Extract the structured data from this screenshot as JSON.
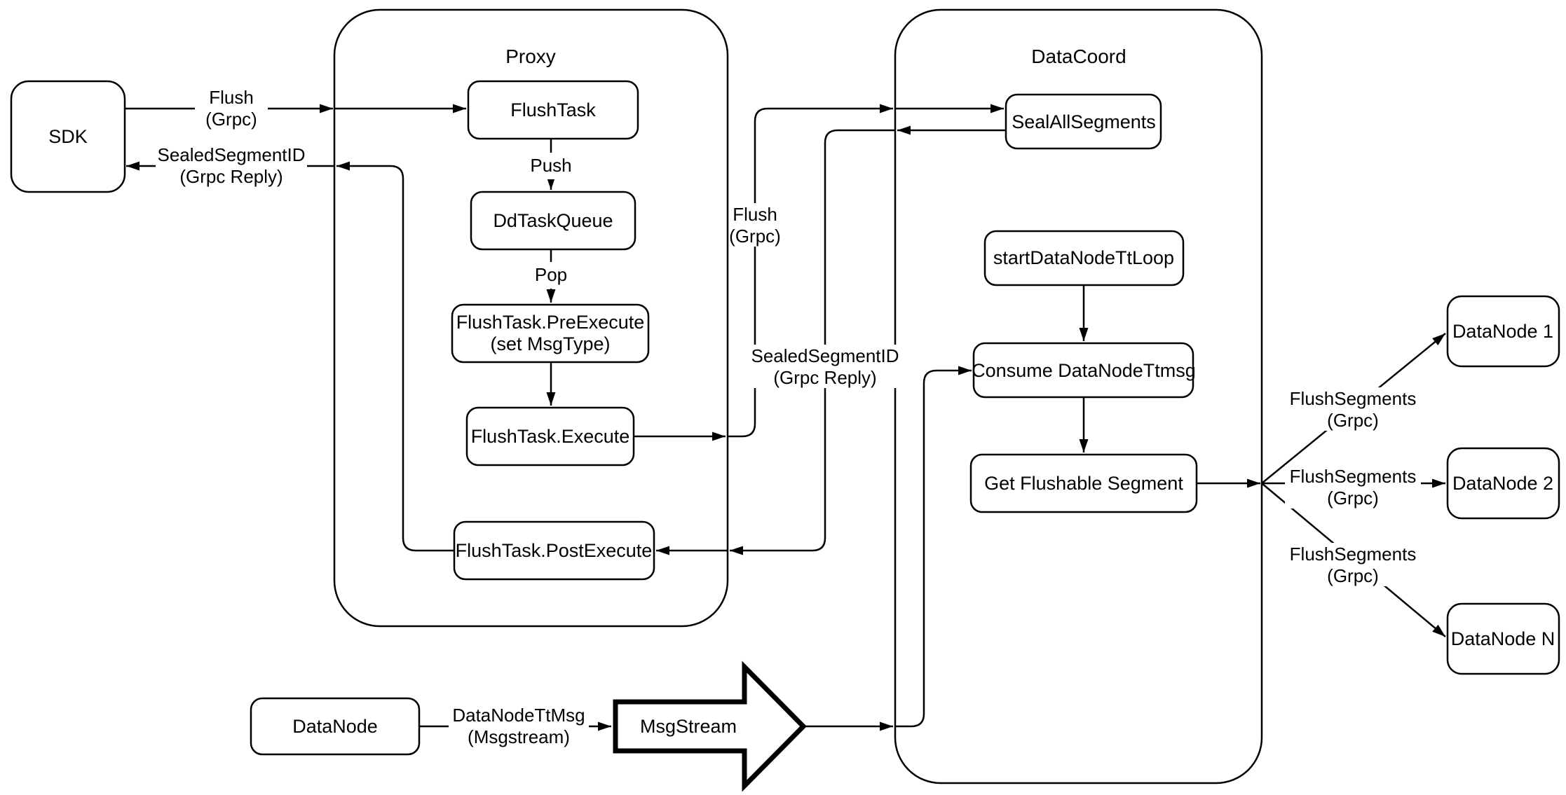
{
  "diagram": {
    "colors": {
      "background": "#ffffff",
      "line": "#000000",
      "node_fill": "#ffffff",
      "text": "#000000"
    },
    "containers": {
      "proxy": "Proxy",
      "datacoord": "DataCoord"
    },
    "nodes": {
      "sdk": "SDK",
      "flush_task": "FlushTask",
      "dd_task_queue": "DdTaskQueue",
      "pre_execute_line1": "FlushTask.PreExecute",
      "pre_execute_line2": "(set MsgType)",
      "execute": "FlushTask.Execute",
      "post_execute": "FlushTask.PostExecute",
      "seal_all_segments": "SealAllSegments",
      "start_datanode_tt_loop": "startDataNodeTtLoop",
      "consume_datanode_ttmsg": "Consume DataNodeTtmsg",
      "get_flushable_segment": "Get Flushable Segment",
      "datanode_1": "DataNode 1",
      "datanode_2": "DataNode 2",
      "datanode_n": "DataNode N",
      "datanode": "DataNode",
      "msgstream": "MsgStream"
    },
    "edge_labels": {
      "sdk_flush": {
        "line1": "Flush",
        "line2": "(Grpc)"
      },
      "sdk_reply": {
        "line1": "SealedSegmentID",
        "line2": "(Grpc Reply)"
      },
      "push": "Push",
      "pop": "Pop",
      "coord_flush": {
        "line1": "Flush",
        "line2": "(Grpc)"
      },
      "coord_reply": {
        "line1": "SealedSegmentID",
        "line2": "(Grpc Reply)"
      },
      "flush_segments_1": {
        "line1": "FlushSegments",
        "line2": "(Grpc)"
      },
      "flush_segments_2": {
        "line1": "FlushSegments",
        "line2": "(Grpc)"
      },
      "flush_segments_3": {
        "line1": "FlushSegments",
        "line2": "(Grpc)"
      },
      "datanode_ttmsg": {
        "line1": "DataNodeTtMsg",
        "line2": "(Msgstream)"
      }
    }
  }
}
